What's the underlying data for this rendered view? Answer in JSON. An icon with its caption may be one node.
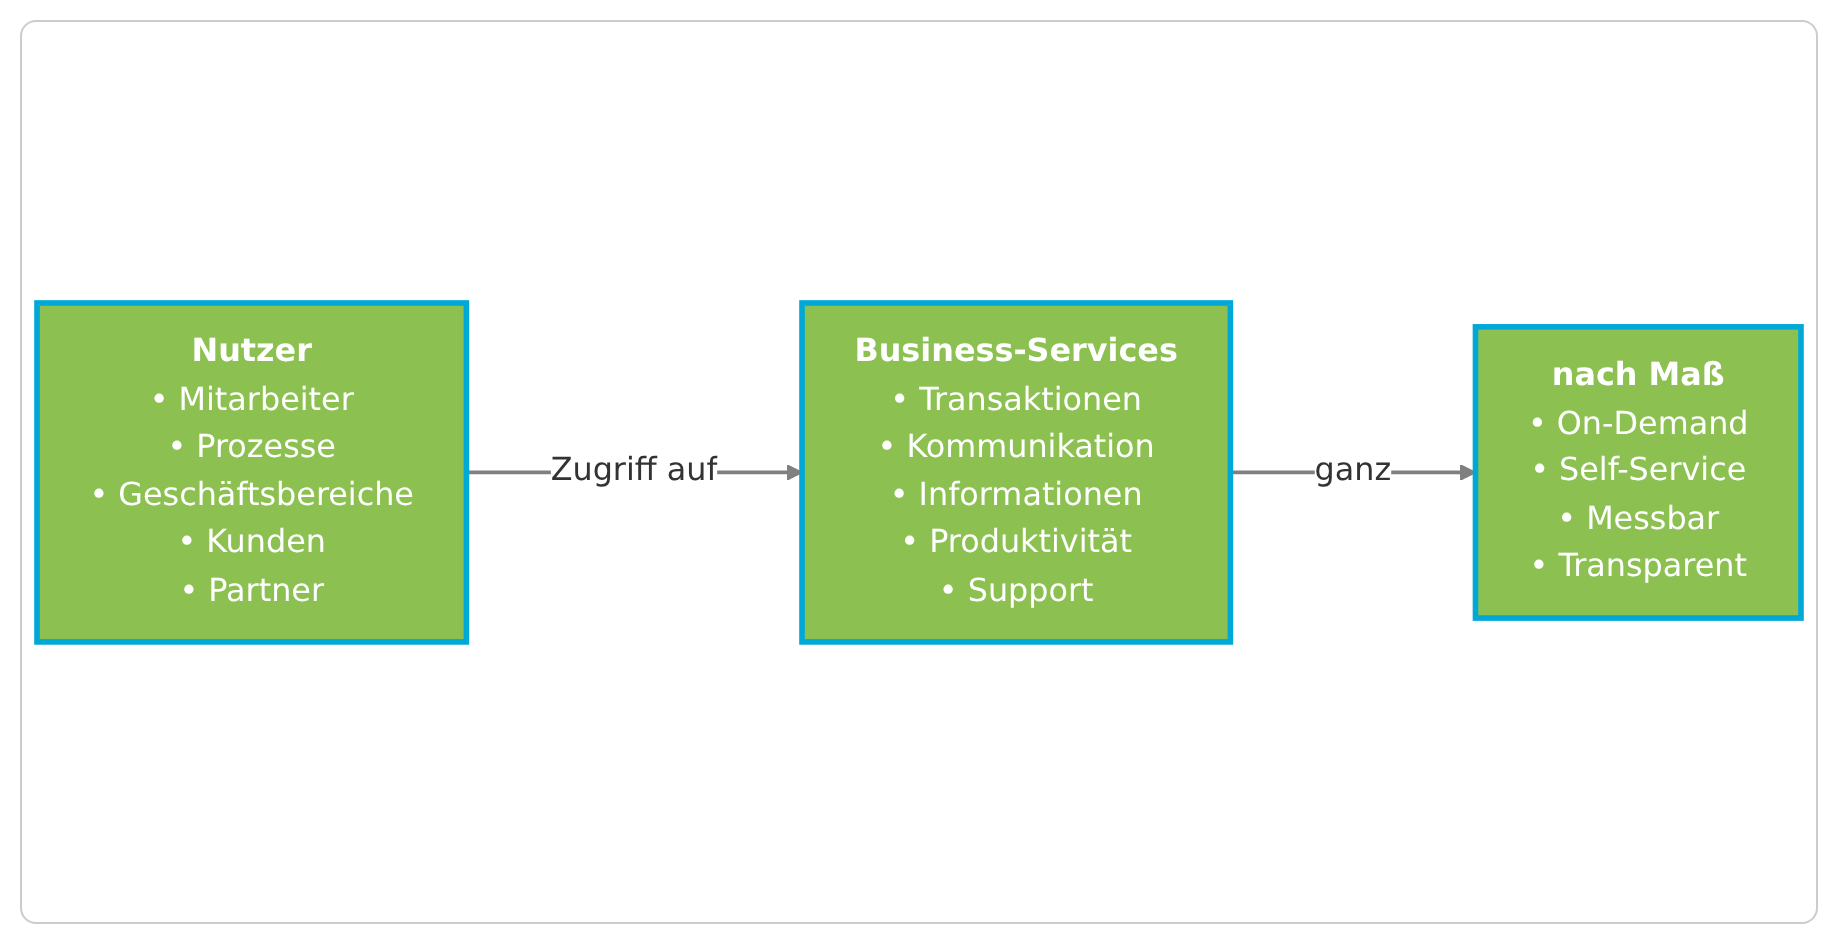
{
  "diagram": {
    "nodes": [
      {
        "text": [
          "Nutzer",
          "• Mitarbeiter • Prozesse • Geschäftsbereiche • Kunden • Partner"
        ]
      },
      {
        "text": [
          "Business-Services",
          "• Transaktionen • Kommunikation • Informationen • Produktivität • Support"
        ]
      },
      {
        "text": [
          "nach Maß",
          "• On-Demand • Self-Service • Messbar • Transparent"
        ]
      }
    ],
    "edges": [
      {
        "from": 0,
        "to": 1,
        "arrow": "to",
        "label": "Zugriff auf"
      },
      {
        "from": 1,
        "to": 2,
        "arrow": "to",
        "label": "ganz"
      }
    ]
  }
}
